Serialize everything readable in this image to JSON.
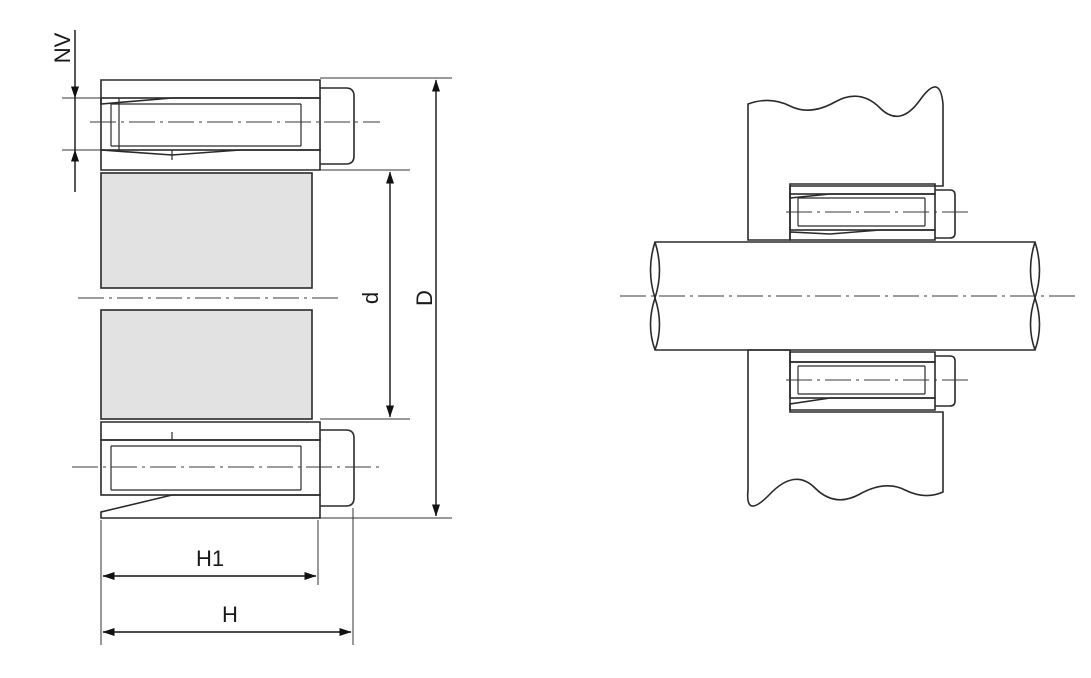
{
  "labels": {
    "nv": "NV",
    "d": "d",
    "D": "D",
    "h1": "H1",
    "h": "H"
  },
  "colors": {
    "line": "#2a2a2a",
    "hatch": "#555555",
    "gray_fill": "#e2e2e2",
    "shaft_fill": "#d9d9d9",
    "background": "#ffffff"
  }
}
